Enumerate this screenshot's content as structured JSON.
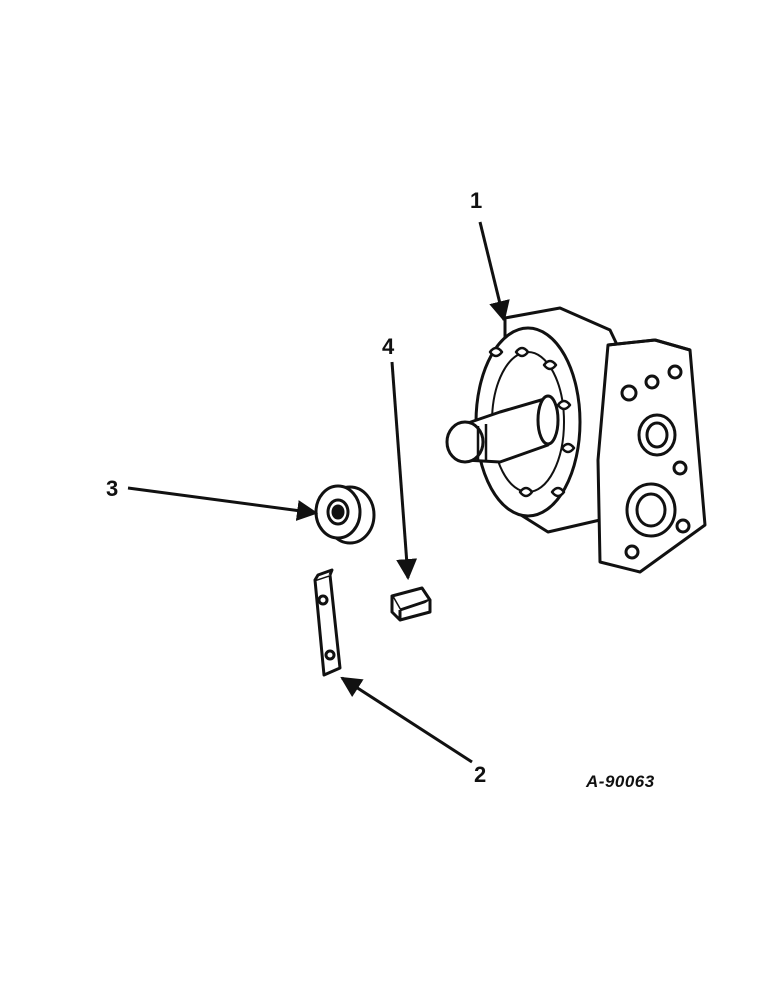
{
  "diagram": {
    "callouts": [
      {
        "id": "1",
        "label": "1"
      },
      {
        "id": "2",
        "label": "2"
      },
      {
        "id": "3",
        "label": "3"
      },
      {
        "id": "4",
        "label": "4"
      }
    ],
    "drawing_code": "A-90063"
  }
}
